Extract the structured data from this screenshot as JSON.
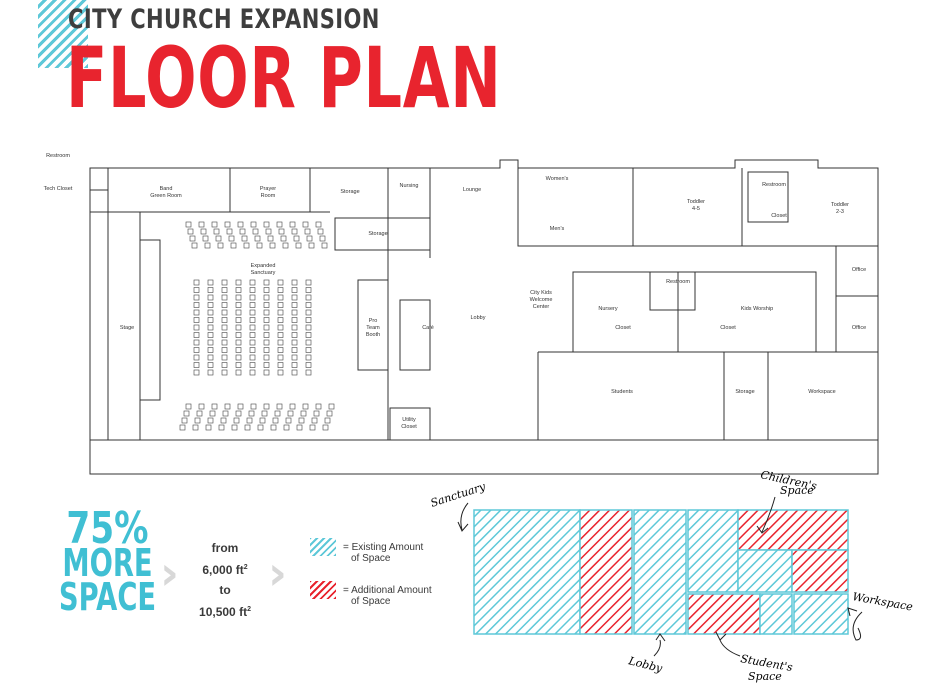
{
  "header": {
    "subtitle": "CITY CHURCH EXPANSION",
    "title": "FLOOR PLAN"
  },
  "rooms": {
    "restroom_tl": "Restroom",
    "tech_closet": "Tech Closet",
    "band": "Band",
    "green_room": "Green Room",
    "prayer": "Prayer",
    "room": "Room",
    "storage_a": "Storage",
    "storage_b": "Storage",
    "nursing": "Nursing",
    "lounge": "Lounge",
    "womens": "Women's",
    "mens": "Men's",
    "toddler_45_a": "Toddler",
    "toddler_45_b": "4-5",
    "restroom_tr": "Restroom",
    "closet_tr": "Closet",
    "toddler_23_a": "Toddler",
    "toddler_23_b": "2-3",
    "expanded": "Expanded",
    "sanctuary": "Sanctuary",
    "stage": "Stage",
    "pro": "Pro",
    "team": "Team",
    "booth": "Booth",
    "cafe": "Café",
    "lobby": "Lobby",
    "city_kids": "City Kids",
    "welcome": "Welcome",
    "center": "Center",
    "nursery": "Nursery",
    "restroom_mid": "Restroom",
    "kids_worship": "Kids Worship",
    "closet_l": "Closet",
    "closet_r": "Closet",
    "office_1": "Office",
    "office_2": "Office",
    "students": "Students",
    "storage_c": "Storage",
    "workspace": "Workspace",
    "utility": "Utility",
    "utility_closet": "Closet"
  },
  "stat": {
    "line1": "75%",
    "line2": "MORE",
    "line3": "SPACE"
  },
  "comparison": {
    "from_label": "from",
    "from_value": "6,000 ft",
    "to_label": "to",
    "to_value": "10,500 ft",
    "superscript": "2"
  },
  "legend": {
    "existing_line1": "= Existing Amount",
    "existing_line2": "of Space",
    "additional_line1": "= Additional Amount",
    "additional_line2": "of Space"
  },
  "space_labels": {
    "sanctuary": "Sanctuary",
    "children_line1": "Children's",
    "children_line2": "Space",
    "workspace": "Workspace",
    "lobby": "Lobby",
    "student_line1": "Student's",
    "student_line2": "Space"
  },
  "colors": {
    "existing": "#5ec8d8",
    "additional": "#e8242e",
    "title": "#e8242e",
    "stat": "#40bfd3"
  }
}
